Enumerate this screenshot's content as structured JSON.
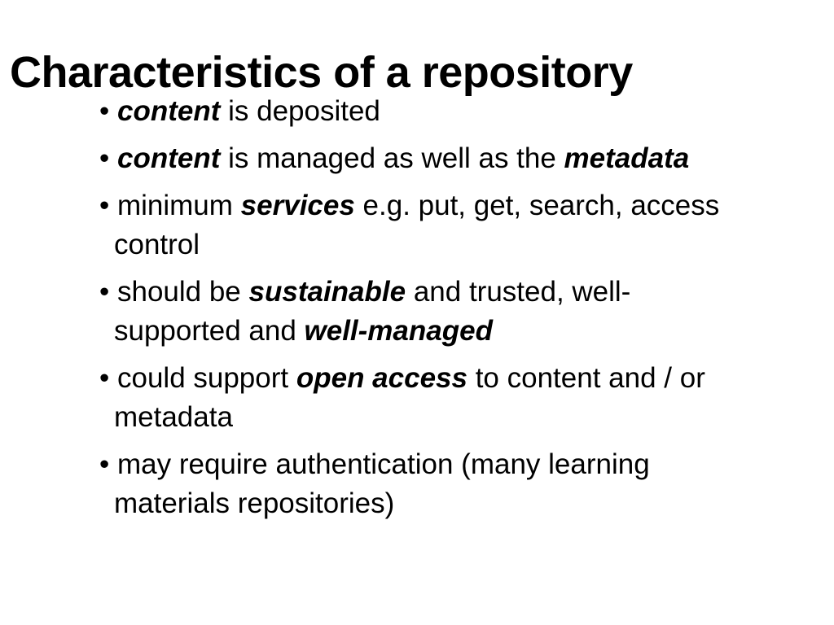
{
  "slide": {
    "title": "Characteristics of a repository",
    "background_color": "#ffffff",
    "text_color": "#000000",
    "bullet_marker": "•",
    "bullets": [
      {
        "id": "content-deposited",
        "plain": "content is deposited",
        "segments": [
          {
            "text": "content",
            "style": "bold-italic"
          },
          {
            "text": " is deposited",
            "style": "normal"
          }
        ]
      },
      {
        "id": "content-managed-metadata",
        "plain": "content is managed as well as the metadata",
        "segments": [
          {
            "text": "content",
            "style": "bold-italic"
          },
          {
            "text": " is managed as well as the ",
            "style": "normal"
          },
          {
            "text": "metadata",
            "style": "bold-italic"
          }
        ]
      },
      {
        "id": "minimum-services",
        "plain": "minimum services e.g. put, get, search, access control",
        "segments": [
          {
            "text": "minimum ",
            "style": "normal"
          },
          {
            "text": "services",
            "style": "bold-italic"
          },
          {
            "text": " e.g. put, get, search, access control",
            "style": "normal"
          }
        ]
      },
      {
        "id": "sustainable-trusted",
        "plain": "should be sustainable and trusted, well-supported and well-managed",
        "segments": [
          {
            "text": "should be ",
            "style": "normal"
          },
          {
            "text": "sustainable",
            "style": "bold-italic"
          },
          {
            "text": " and trusted, well-supported and ",
            "style": "normal"
          },
          {
            "text": "well-managed",
            "style": "bold-italic"
          }
        ]
      },
      {
        "id": "open-access",
        "plain": "could support open access  to content and / or metadata",
        "segments": [
          {
            "text": "could support ",
            "style": "normal"
          },
          {
            "text": "open access",
            "style": "bold-italic"
          },
          {
            "text": "  to content and / or metadata",
            "style": "normal"
          }
        ]
      },
      {
        "id": "authentication",
        "plain": "may require authentication (many learning materials repositories)",
        "segments": [
          {
            "text": "may require authentication (many learning materials repositories)",
            "style": "normal"
          }
        ]
      }
    ]
  }
}
